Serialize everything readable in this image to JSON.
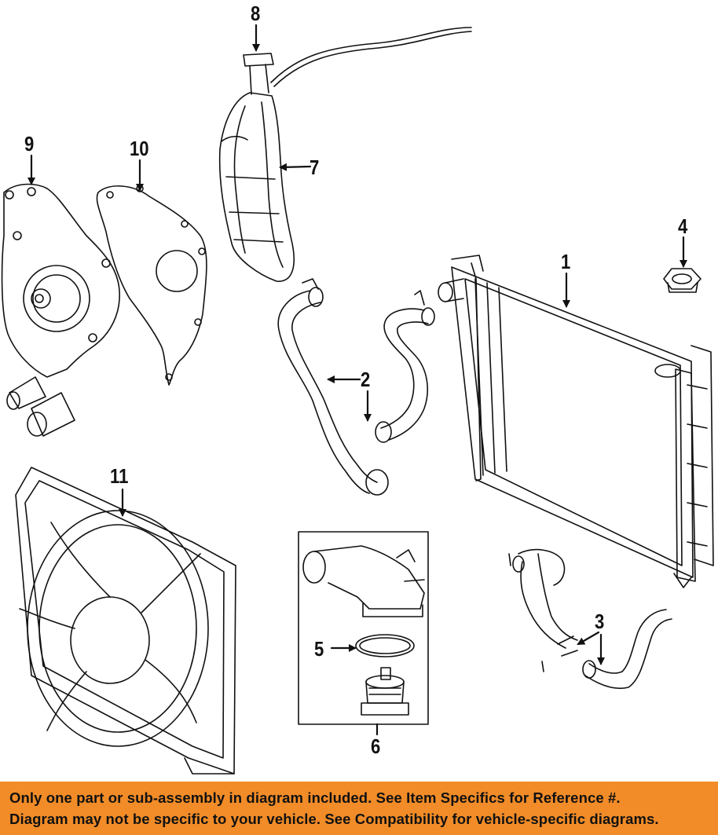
{
  "callouts": {
    "c1": "1",
    "c2": "2",
    "c3": "3",
    "c4": "4",
    "c5": "5",
    "c6": "6",
    "c7": "7",
    "c8": "8",
    "c9": "9",
    "c10": "10",
    "c11": "11"
  },
  "banner": {
    "line1": "Only one part or sub-assembly in diagram included. See Item Specifics for Reference #.",
    "line2": "Diagram may not be specific to your vehicle. See Compatibility for vehicle-specific diagrams."
  },
  "colors": {
    "banner": "#f28c28",
    "ink": "#111111"
  }
}
